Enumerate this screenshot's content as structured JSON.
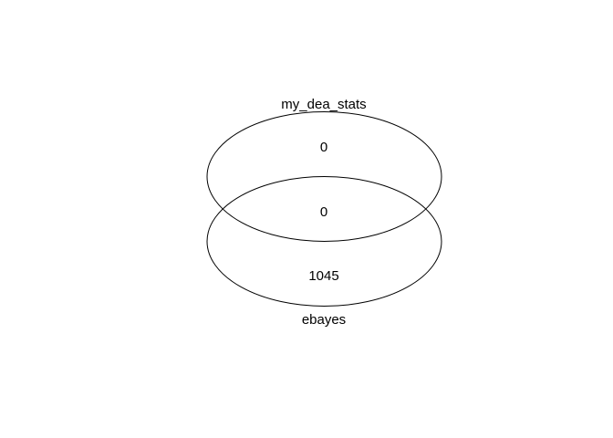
{
  "diagram": {
    "type": "venn",
    "sets": [
      {
        "label": "my_dea_stats",
        "only_count": "0"
      },
      {
        "label": "ebayes",
        "only_count": "1045"
      }
    ],
    "intersection_count": "0",
    "outline_color": "#000000",
    "text_color": "#000000",
    "background": "#ffffff"
  }
}
